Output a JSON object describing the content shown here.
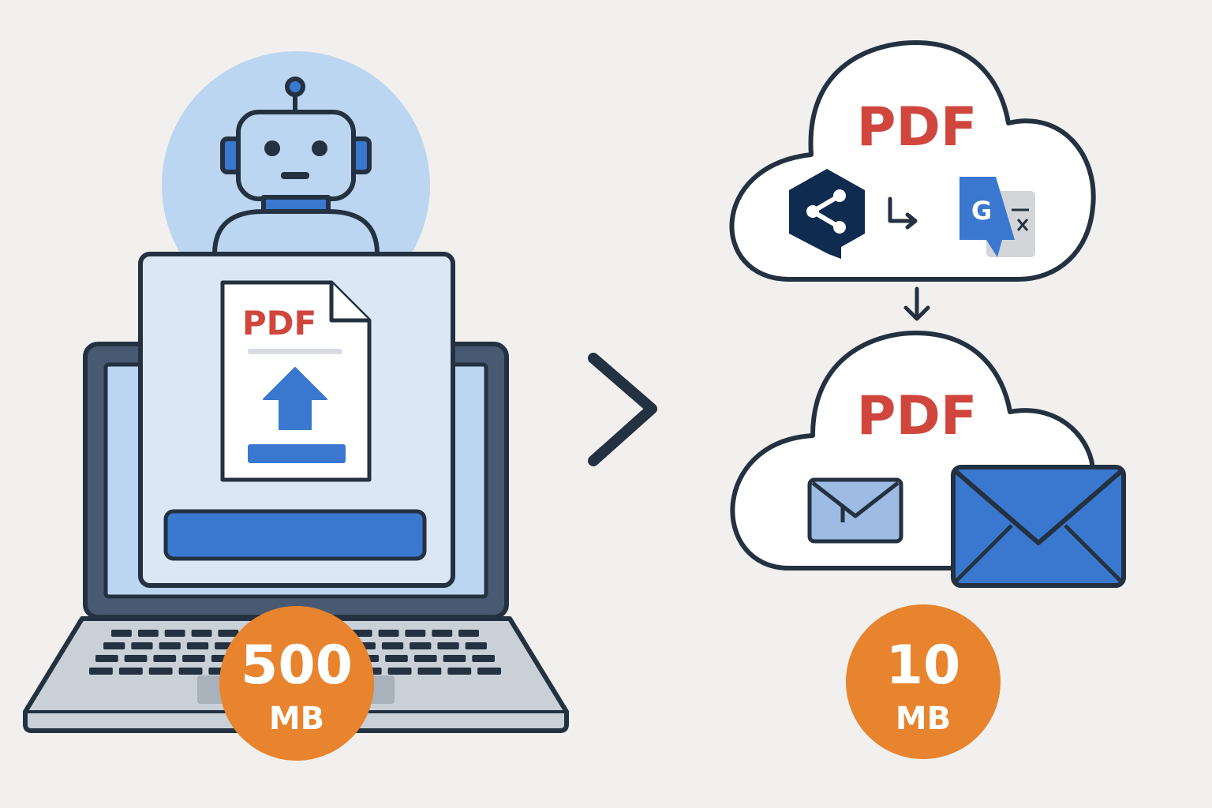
{
  "source": {
    "document_label": "PDF",
    "size_value": "500",
    "size_unit": "MB",
    "icon": "robot-icon"
  },
  "flow_arrow": {
    "icon": "chevron-right-icon"
  },
  "cloud_processing": {
    "document_label": "PDF",
    "icons": [
      "deepl-icon",
      "right-turn-arrow-icon",
      "google-translate-icon"
    ]
  },
  "cloud_delivery": {
    "document_label": "PDF",
    "icons": [
      "small-envelope-icon",
      "large-envelope-icon"
    ]
  },
  "result": {
    "size_value": "10",
    "size_unit": "MB"
  },
  "colors": {
    "background": "#f1f0ee",
    "outline": "#233140",
    "pdf_red": "#d0463d",
    "accent_blue": "#3a78cf",
    "light_blue": "#bcd6f1",
    "badge_orange": "#e8832e",
    "deepl_navy": "#0f2b4f"
  }
}
